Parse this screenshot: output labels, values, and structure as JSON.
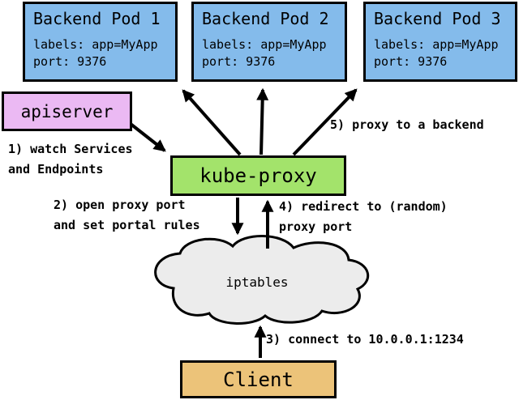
{
  "pods": [
    {
      "title": "Backend Pod 1",
      "labels_line": "labels: app=MyApp",
      "port_line": "port: 9376"
    },
    {
      "title": "Backend Pod 2",
      "labels_line": "labels: app=MyApp",
      "port_line": "port: 9376"
    },
    {
      "title": "Backend Pod 3",
      "labels_line": "labels: app=MyApp",
      "port_line": "port: 9376"
    }
  ],
  "apiserver_label": "apiserver",
  "kube_proxy_label": "kube-proxy",
  "iptables_label": "iptables",
  "client_label": "Client",
  "annotations": {
    "step1": "1) watch Services\nand Endpoints",
    "step2": "2) open proxy port\nand set portal rules",
    "step3": "3) connect to 10.0.0.1:1234",
    "step4": "4) redirect to (random)\nproxy port",
    "step5": "5) proxy to a backend"
  },
  "colors": {
    "pod_fill": "#84BBEB",
    "apiserver_fill": "#EBB9F3",
    "kube_proxy_fill": "#A3E36B",
    "client_fill": "#ECC379",
    "cloud_fill": "#ECECEC",
    "line": "#000000"
  }
}
